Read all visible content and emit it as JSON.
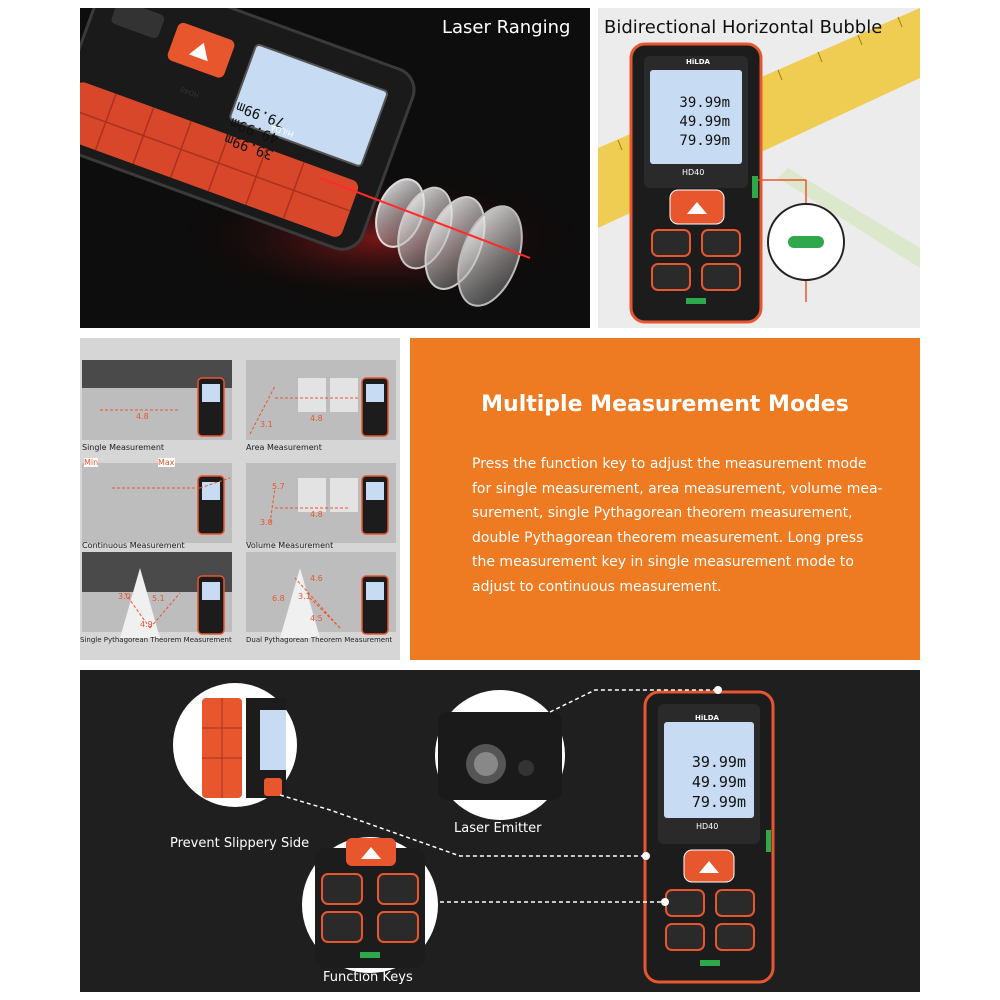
{
  "panels": {
    "laser": {
      "title": "Laser Ranging",
      "device": {
        "brand": "HiLDA",
        "model": "HD40",
        "readings": [
          "39.99m",
          "49.99m",
          "79.99m"
        ]
      }
    },
    "bubble": {
      "title": "Bidirectional Horizontal Bubble",
      "device": {
        "brand": "HiLDA",
        "model": "HD40",
        "readings": [
          "39.99m",
          "49.99m",
          "79.99m"
        ]
      }
    },
    "modes": {
      "cells": [
        {
          "caption": "Single Measurement",
          "dims": [
            "4.8"
          ]
        },
        {
          "caption": "Area Measurement",
          "dims": [
            "3.1",
            "4.8"
          ]
        },
        {
          "caption": "Continuous Measurement",
          "dims": [
            "Min",
            "Max"
          ]
        },
        {
          "caption": "Volume Measurement",
          "dims": [
            "5.7",
            "4.8",
            "3.0"
          ]
        },
        {
          "caption": "Single Pythagorean Theorem Measurement",
          "dims": [
            "3.0",
            "5.1",
            "4.9"
          ]
        },
        {
          "caption": "Dual Pythagorean Theorem Measurement",
          "dims": [
            "4.6",
            "6.8",
            "3.1",
            "4.5"
          ]
        }
      ]
    },
    "text": {
      "title": "Multiple Measurement Modes",
      "lines": [
        "Press the function key to adjust the measurement mode",
        "for single measurement, area measurement, volume mea-",
        "surement, single Pythagorean theorem measurement,",
        "double Pythagorean theorem measurement. Long press",
        "the measurement key in single measurement mode to",
        "adjust to continuous measurement."
      ]
    },
    "features": {
      "labels": {
        "side": "Prevent Slippery Side",
        "emitter": "Laser Emitter",
        "keys": "Function Keys"
      },
      "device": {
        "brand": "HiLDA",
        "model": "HD40",
        "readings": [
          "39.99m",
          "49.99m",
          "79.99m"
        ]
      }
    }
  },
  "colors": {
    "accent": "#ee7a22",
    "device_orange": "#e8562e",
    "lcd": "#c7dcf2",
    "bubble_green": "#2ea84a"
  }
}
